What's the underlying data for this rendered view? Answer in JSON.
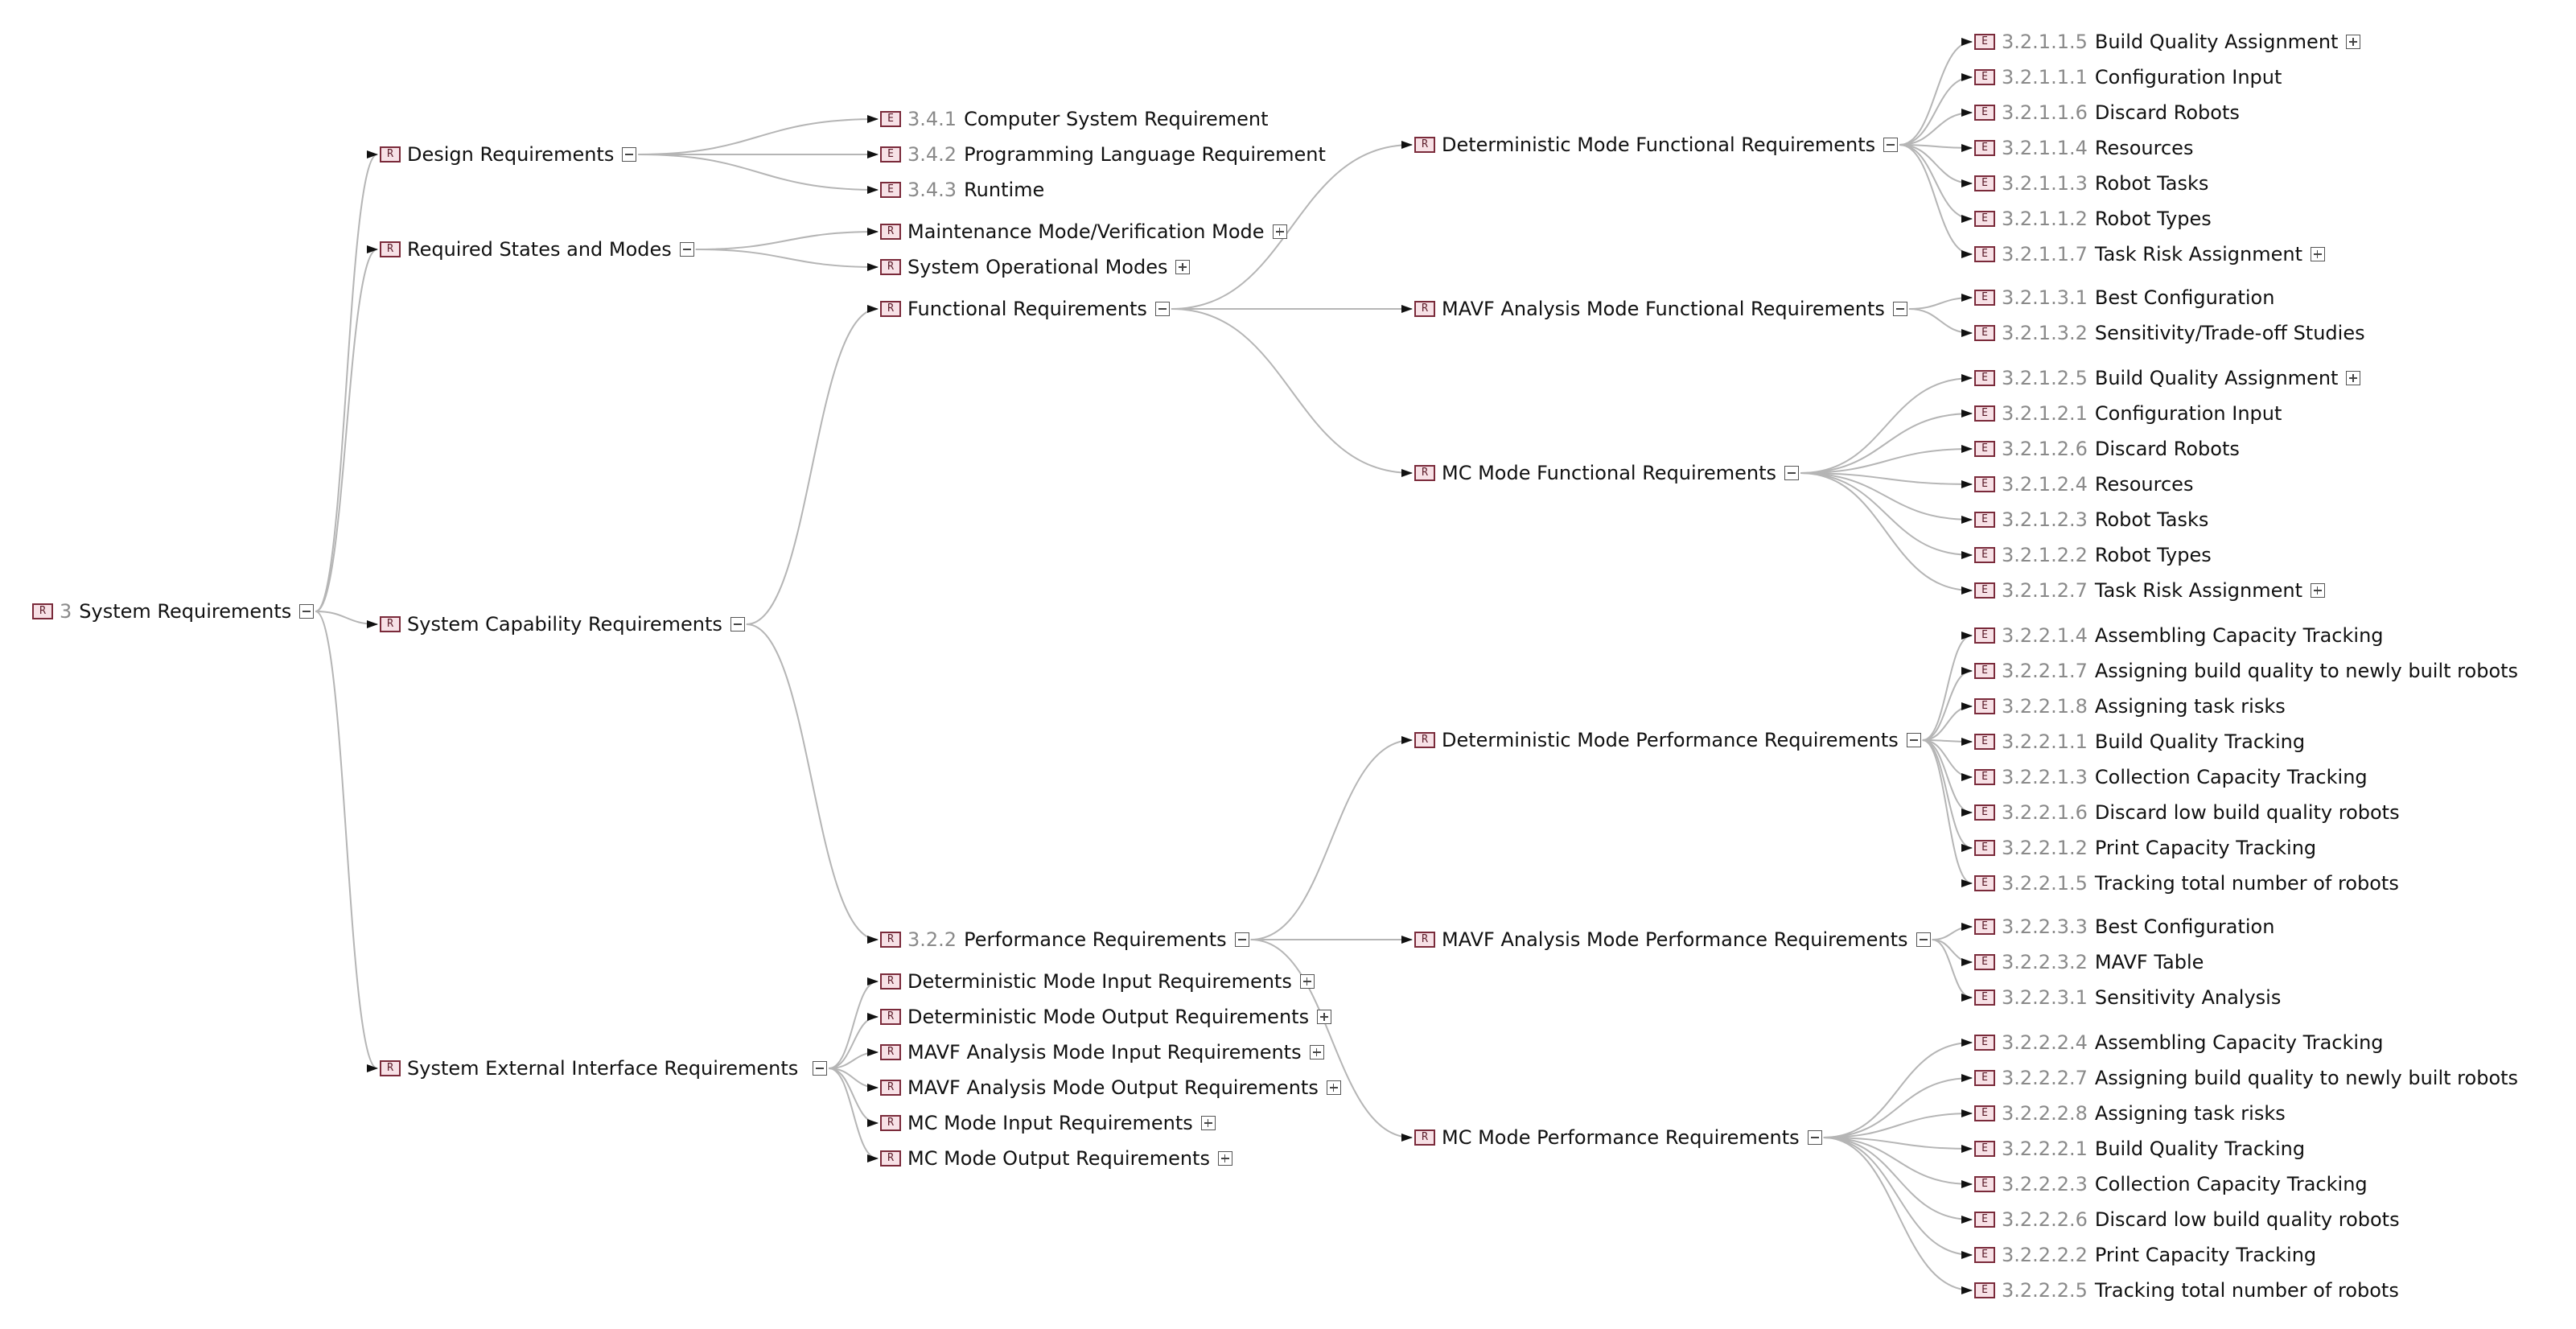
{
  "colors": {
    "edge": "#b5b5b5",
    "arrow": "#111111",
    "badge_fill": "#f7e1e6",
    "badge_border": "#7a2a3a",
    "number": "#8a8a8a"
  },
  "nodes": {
    "root": {
      "badge": "R",
      "num": "3",
      "label": "System Requirements",
      "toggle": "minus"
    },
    "design": {
      "badge": "R",
      "num": "",
      "label": "Design Requirements",
      "toggle": "minus"
    },
    "states": {
      "badge": "R",
      "num": "",
      "label": "Required States and Modes",
      "toggle": "minus"
    },
    "capability": {
      "badge": "R",
      "num": "",
      "label": "System Capability Requirements",
      "toggle": "minus"
    },
    "external": {
      "badge": "R",
      "num": "",
      "label": "System External Interface Requirements",
      "toggle": "minus"
    },
    "d341": {
      "badge": "E",
      "num": "3.4.1",
      "label": "Computer System Requirement",
      "toggle": ""
    },
    "d342": {
      "badge": "E",
      "num": "3.4.2",
      "label": "Programming Language Requirement",
      "toggle": ""
    },
    "d343": {
      "badge": "E",
      "num": "3.4.3",
      "label": "Runtime",
      "toggle": ""
    },
    "maint": {
      "badge": "R",
      "num": "",
      "label": "Maintenance Mode/Verification Mode",
      "toggle": "plus"
    },
    "sysop": {
      "badge": "R",
      "num": "",
      "label": "System Operational Modes",
      "toggle": "plus"
    },
    "func": {
      "badge": "R",
      "num": "",
      "label": "Functional Requirements",
      "toggle": "minus"
    },
    "perf": {
      "badge": "R",
      "num": "3.2.2",
      "label": "Performance Requirements",
      "toggle": "minus"
    },
    "ext1": {
      "badge": "R",
      "num": "",
      "label": "Deterministic Mode Input Requirements",
      "toggle": "plus"
    },
    "ext2": {
      "badge": "R",
      "num": "",
      "label": "Deterministic Mode Output Requirements",
      "toggle": "plus"
    },
    "ext3": {
      "badge": "R",
      "num": "",
      "label": "MAVF Analysis Mode Input Requirements",
      "toggle": "plus"
    },
    "ext4": {
      "badge": "R",
      "num": "",
      "label": "MAVF Analysis Mode Output Requirements",
      "toggle": "plus"
    },
    "ext5": {
      "badge": "R",
      "num": "",
      "label": "MC Mode Input Requirements",
      "toggle": "plus"
    },
    "ext6": {
      "badge": "R",
      "num": "",
      "label": "MC Mode Output Requirements",
      "toggle": "plus"
    },
    "fdet": {
      "badge": "R",
      "num": "",
      "label": "Deterministic Mode Functional Requirements",
      "toggle": "minus"
    },
    "fmavf": {
      "badge": "R",
      "num": "",
      "label": "MAVF Analysis Mode Functional Requirements",
      "toggle": "minus"
    },
    "fmc": {
      "badge": "R",
      "num": "",
      "label": "MC Mode Functional Requirements",
      "toggle": "minus"
    },
    "pdet": {
      "badge": "R",
      "num": "",
      "label": "Deterministic Mode Performance Requirements",
      "toggle": "minus"
    },
    "pmavf": {
      "badge": "R",
      "num": "",
      "label": "MAVF Analysis Mode Performance Requirements",
      "toggle": "minus"
    },
    "pmc": {
      "badge": "R",
      "num": "",
      "label": "MC Mode Performance Requirements",
      "toggle": "minus"
    },
    "f1115": {
      "badge": "E",
      "num": "3.2.1.1.5",
      "label": "Build Quality Assignment",
      "toggle": "plus"
    },
    "f1111": {
      "badge": "E",
      "num": "3.2.1.1.1",
      "label": "Configuration Input",
      "toggle": ""
    },
    "f1116": {
      "badge": "E",
      "num": "3.2.1.1.6",
      "label": "Discard Robots",
      "toggle": ""
    },
    "f1114": {
      "badge": "E",
      "num": "3.2.1.1.4",
      "label": "Resources",
      "toggle": ""
    },
    "f1113": {
      "badge": "E",
      "num": "3.2.1.1.3",
      "label": "Robot Tasks",
      "toggle": ""
    },
    "f1112": {
      "badge": "E",
      "num": "3.2.1.1.2",
      "label": "Robot Types",
      "toggle": ""
    },
    "f1117": {
      "badge": "E",
      "num": "3.2.1.1.7",
      "label": "Task Risk Assignment",
      "toggle": "plus"
    },
    "f1131": {
      "badge": "E",
      "num": "3.2.1.3.1",
      "label": "Best Configuration",
      "toggle": ""
    },
    "f1132": {
      "badge": "E",
      "num": "3.2.1.3.2",
      "label": "Sensitivity/Trade-off Studies",
      "toggle": ""
    },
    "f1125": {
      "badge": "E",
      "num": "3.2.1.2.5",
      "label": "Build Quality Assignment",
      "toggle": "plus"
    },
    "f1121": {
      "badge": "E",
      "num": "3.2.1.2.1",
      "label": "Configuration Input",
      "toggle": ""
    },
    "f1126": {
      "badge": "E",
      "num": "3.2.1.2.6",
      "label": "Discard Robots",
      "toggle": ""
    },
    "f1124": {
      "badge": "E",
      "num": "3.2.1.2.4",
      "label": "Resources",
      "toggle": ""
    },
    "f1123": {
      "badge": "E",
      "num": "3.2.1.2.3",
      "label": "Robot Tasks",
      "toggle": ""
    },
    "f1122": {
      "badge": "E",
      "num": "3.2.1.2.2",
      "label": "Robot Types",
      "toggle": ""
    },
    "f1127": {
      "badge": "E",
      "num": "3.2.1.2.7",
      "label": "Task Risk Assignment",
      "toggle": "plus"
    },
    "p2214": {
      "badge": "E",
      "num": "3.2.2.1.4",
      "label": "Assembling Capacity Tracking",
      "toggle": ""
    },
    "p2217": {
      "badge": "E",
      "num": "3.2.2.1.7",
      "label": "Assigning build quality to newly built robots",
      "toggle": ""
    },
    "p2218": {
      "badge": "E",
      "num": "3.2.2.1.8",
      "label": "Assigning task risks",
      "toggle": ""
    },
    "p2211": {
      "badge": "E",
      "num": "3.2.2.1.1",
      "label": "Build Quality Tracking",
      "toggle": ""
    },
    "p2213": {
      "badge": "E",
      "num": "3.2.2.1.3",
      "label": "Collection Capacity Tracking",
      "toggle": ""
    },
    "p2216": {
      "badge": "E",
      "num": "3.2.2.1.6",
      "label": "Discard low build quality robots",
      "toggle": ""
    },
    "p2212": {
      "badge": "E",
      "num": "3.2.2.1.2",
      "label": "Print Capacity Tracking",
      "toggle": ""
    },
    "p2215": {
      "badge": "E",
      "num": "3.2.2.1.5",
      "label": "Tracking total number of robots",
      "toggle": ""
    },
    "p2233": {
      "badge": "E",
      "num": "3.2.2.3.3",
      "label": "Best Configuration",
      "toggle": ""
    },
    "p2232": {
      "badge": "E",
      "num": "3.2.2.3.2",
      "label": "MAVF Table",
      "toggle": ""
    },
    "p2231": {
      "badge": "E",
      "num": "3.2.2.3.1",
      "label": "Sensitivity Analysis",
      "toggle": ""
    },
    "p2224": {
      "badge": "E",
      "num": "3.2.2.2.4",
      "label": "Assembling Capacity Tracking",
      "toggle": ""
    },
    "p2227": {
      "badge": "E",
      "num": "3.2.2.2.7",
      "label": "Assigning build quality to newly built robots",
      "toggle": ""
    },
    "p2228": {
      "badge": "E",
      "num": "3.2.2.2.8",
      "label": "Assigning task risks",
      "toggle": ""
    },
    "p2221": {
      "badge": "E",
      "num": "3.2.2.2.1",
      "label": "Build Quality Tracking",
      "toggle": ""
    },
    "p2223": {
      "badge": "E",
      "num": "3.2.2.2.3",
      "label": "Collection Capacity Tracking",
      "toggle": ""
    },
    "p2226": {
      "badge": "E",
      "num": "3.2.2.2.6",
      "label": "Discard low build quality robots",
      "toggle": ""
    },
    "p2222": {
      "badge": "E",
      "num": "3.2.2.2.2",
      "label": "Print Capacity Tracking",
      "toggle": ""
    },
    "p2225": {
      "badge": "E",
      "num": "3.2.2.2.5",
      "label": "Tracking total number of robots",
      "toggle": ""
    }
  },
  "edges": [
    [
      "root",
      "design"
    ],
    [
      "root",
      "states"
    ],
    [
      "root",
      "capability"
    ],
    [
      "root",
      "external"
    ],
    [
      "design",
      "d341"
    ],
    [
      "design",
      "d342"
    ],
    [
      "design",
      "d343"
    ],
    [
      "states",
      "maint"
    ],
    [
      "states",
      "sysop"
    ],
    [
      "capability",
      "func"
    ],
    [
      "capability",
      "perf"
    ],
    [
      "external",
      "ext1"
    ],
    [
      "external",
      "ext2"
    ],
    [
      "external",
      "ext3"
    ],
    [
      "external",
      "ext4"
    ],
    [
      "external",
      "ext5"
    ],
    [
      "external",
      "ext6"
    ],
    [
      "func",
      "fdet"
    ],
    [
      "func",
      "fmavf"
    ],
    [
      "func",
      "fmc"
    ],
    [
      "perf",
      "pdet"
    ],
    [
      "perf",
      "pmavf"
    ],
    [
      "perf",
      "pmc"
    ],
    [
      "fdet",
      "f1115"
    ],
    [
      "fdet",
      "f1111"
    ],
    [
      "fdet",
      "f1116"
    ],
    [
      "fdet",
      "f1114"
    ],
    [
      "fdet",
      "f1113"
    ],
    [
      "fdet",
      "f1112"
    ],
    [
      "fdet",
      "f1117"
    ],
    [
      "fmavf",
      "f1131"
    ],
    [
      "fmavf",
      "f1132"
    ],
    [
      "fmc",
      "f1125"
    ],
    [
      "fmc",
      "f1121"
    ],
    [
      "fmc",
      "f1126"
    ],
    [
      "fmc",
      "f1124"
    ],
    [
      "fmc",
      "f1123"
    ],
    [
      "fmc",
      "f1122"
    ],
    [
      "fmc",
      "f1127"
    ],
    [
      "pdet",
      "p2214"
    ],
    [
      "pdet",
      "p2217"
    ],
    [
      "pdet",
      "p2218"
    ],
    [
      "pdet",
      "p2211"
    ],
    [
      "pdet",
      "p2213"
    ],
    [
      "pdet",
      "p2216"
    ],
    [
      "pdet",
      "p2212"
    ],
    [
      "pdet",
      "p2215"
    ],
    [
      "pmavf",
      "p2233"
    ],
    [
      "pmavf",
      "p2232"
    ],
    [
      "pmavf",
      "p2231"
    ],
    [
      "pmc",
      "p2224"
    ],
    [
      "pmc",
      "p2227"
    ],
    [
      "pmc",
      "p2228"
    ],
    [
      "pmc",
      "p2221"
    ],
    [
      "pmc",
      "p2223"
    ],
    [
      "pmc",
      "p2226"
    ],
    [
      "pmc",
      "p2222"
    ],
    [
      "pmc",
      "p2225"
    ]
  ]
}
